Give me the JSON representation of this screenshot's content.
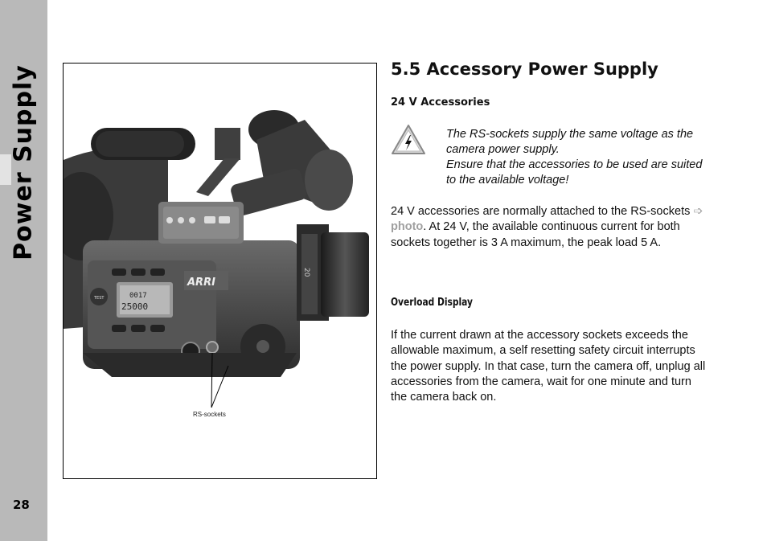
{
  "sidebar": {
    "title": "Power Supply"
  },
  "page": {
    "number": "28"
  },
  "figure": {
    "callout": "RS-sockets",
    "camera": {
      "brand": "ARRI",
      "display_line1": "0017",
      "display_line2": "25000",
      "button_label": "TEST",
      "lens_marking": "20"
    }
  },
  "section": {
    "title": "5.5 Accessory Power Supply",
    "subtitle": "24 V Accessories"
  },
  "warning": {
    "icon": "lightning-warning-triangle-icon",
    "line1": "The RS-sockets supply the same voltage as the camera power supply.",
    "line2": "Ensure that the accessories to be used are suited to the available voltage!"
  },
  "paragraph1": {
    "before": "24 V accessories are normally attached to the RS-sockets ",
    "arrow": "➩ ",
    "link": "photo",
    "after": ". At 24 V, the available continuous current for both sockets together is 3 A maximum, the peak load 5 A."
  },
  "overload": {
    "heading": "Overload Display",
    "text": "If the current drawn at the accessory sockets exceeds the allowable maximum, a self resetting safety circuit interrupts the power supply. In that case, turn the camera off, unplug all accessories from the camera, wait for one minute and turn the camera back on."
  },
  "colors": {
    "sidebar": "#b9b9b9",
    "link": "#a0a0a0",
    "text": "#111111"
  }
}
